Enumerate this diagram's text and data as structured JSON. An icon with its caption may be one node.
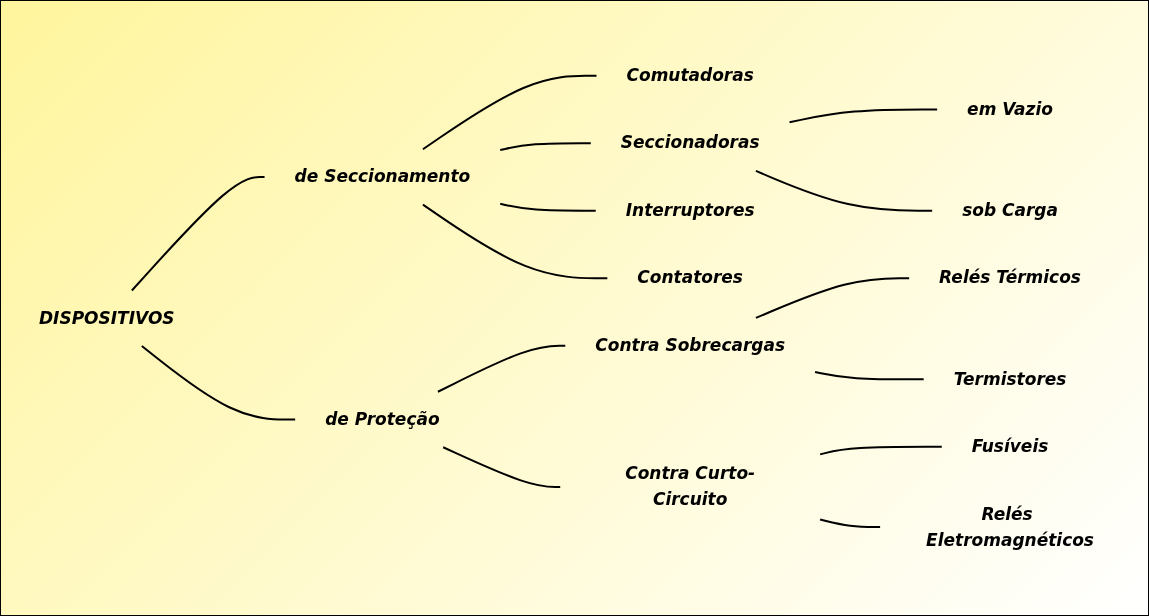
{
  "diagram": {
    "nodes": [
      {
        "text": [
          "DISPOSITIVOS"
        ]
      },
      {
        "text": [
          "de Seccionamento"
        ]
      },
      {
        "text": [
          "de Proteção"
        ]
      },
      {
        "text": [
          "Comutadoras"
        ]
      },
      {
        "text": [
          "Seccionadoras"
        ]
      },
      {
        "text": [
          "em Vazio"
        ]
      },
      {
        "text": [
          "sob Carga"
        ]
      },
      {
        "text": [
          "Interruptores"
        ]
      },
      {
        "text": [
          "Contatores"
        ]
      },
      {
        "text": [
          "Contra Sobrecargas"
        ]
      },
      {
        "text": [
          "Relés Térmicos"
        ]
      },
      {
        "text": [
          "Termistores"
        ]
      },
      {
        "text": [
          "Contra Curto-Circuito"
        ]
      },
      {
        "text": [
          "Fusíveis"
        ]
      },
      {
        "text": [
          "Relés Eletromagnéticos"
        ]
      }
    ],
    "edges": [
      {
        "from": 0,
        "to": 1,
        "arrow": "none"
      },
      {
        "from": 0,
        "to": 2,
        "arrow": "none"
      },
      {
        "from": 1,
        "to": 3,
        "arrow": "none"
      },
      {
        "from": 1,
        "to": 4,
        "arrow": "none"
      },
      {
        "from": 1,
        "to": 7,
        "arrow": "none"
      },
      {
        "from": 1,
        "to": 8,
        "arrow": "none"
      },
      {
        "from": 4,
        "to": 5,
        "arrow": "none"
      },
      {
        "from": 4,
        "to": 6,
        "arrow": "none"
      },
      {
        "from": 2,
        "to": 9,
        "arrow": "none"
      },
      {
        "from": 2,
        "to": 12,
        "arrow": "none"
      },
      {
        "from": 9,
        "to": 10,
        "arrow": "none"
      },
      {
        "from": 9,
        "to": 11,
        "arrow": "none"
      },
      {
        "from": 12,
        "to": 13,
        "arrow": "none"
      },
      {
        "from": 12,
        "to": 14,
        "arrow": "none"
      }
    ]
  }
}
